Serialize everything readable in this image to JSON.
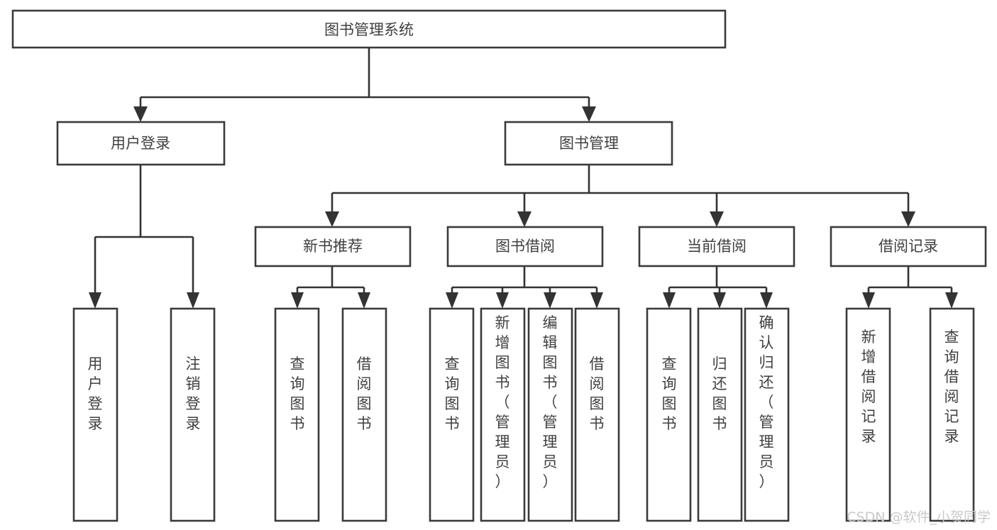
{
  "diagram": {
    "title": "图书管理系统",
    "type": "tree-hierarchy",
    "colors": {
      "background": "#ffffff",
      "box_stroke": "#3a3a3a",
      "box_fill": "#ffffff",
      "text": "#404040",
      "connector": "#333333",
      "watermark": "#c9c9c9"
    },
    "root": {
      "label": "图书管理系统",
      "name": "root-node-book-management-system"
    },
    "level2": [
      {
        "label": "用户登录",
        "name": "node-user-login"
      },
      {
        "label": "图书管理",
        "name": "node-book-management"
      }
    ],
    "level3": [
      {
        "label": "新书推荐",
        "name": "node-new-book-recommendation"
      },
      {
        "label": "图书借阅",
        "name": "node-book-borrowing"
      },
      {
        "label": "当前借阅",
        "name": "node-current-borrowing"
      },
      {
        "label": "借阅记录",
        "name": "node-borrowing-records"
      }
    ],
    "leaves": {
      "user_login": [
        {
          "label": "用户登录",
          "name": "leaf-user-login"
        },
        {
          "label": "注销登录",
          "name": "leaf-logout"
        }
      ],
      "new_book_recommendation": [
        {
          "label": "查询图书",
          "name": "leaf-query-books-recommend"
        },
        {
          "label": "借阅图书",
          "name": "leaf-borrow-books-recommend"
        }
      ],
      "book_borrowing": [
        {
          "label": "查询图书",
          "name": "leaf-query-books-borrow"
        },
        {
          "label": "新增图书（管理员）",
          "name": "leaf-add-book-admin"
        },
        {
          "label": "编辑图书（管理员）",
          "name": "leaf-edit-book-admin"
        },
        {
          "label": "借阅图书",
          "name": "leaf-borrow-books"
        }
      ],
      "current_borrowing": [
        {
          "label": "查询图书",
          "name": "leaf-query-books-current"
        },
        {
          "label": "归还图书",
          "name": "leaf-return-books"
        },
        {
          "label": "确认归还（管理员）",
          "name": "leaf-confirm-return-admin"
        }
      ],
      "borrowing_records": [
        {
          "label": "新增借阅记录",
          "name": "leaf-add-borrow-record"
        },
        {
          "label": "查询借阅记录",
          "name": "leaf-query-borrow-record"
        }
      ]
    }
  },
  "watermark": {
    "text": "CSDN @软件_小贺同学"
  }
}
